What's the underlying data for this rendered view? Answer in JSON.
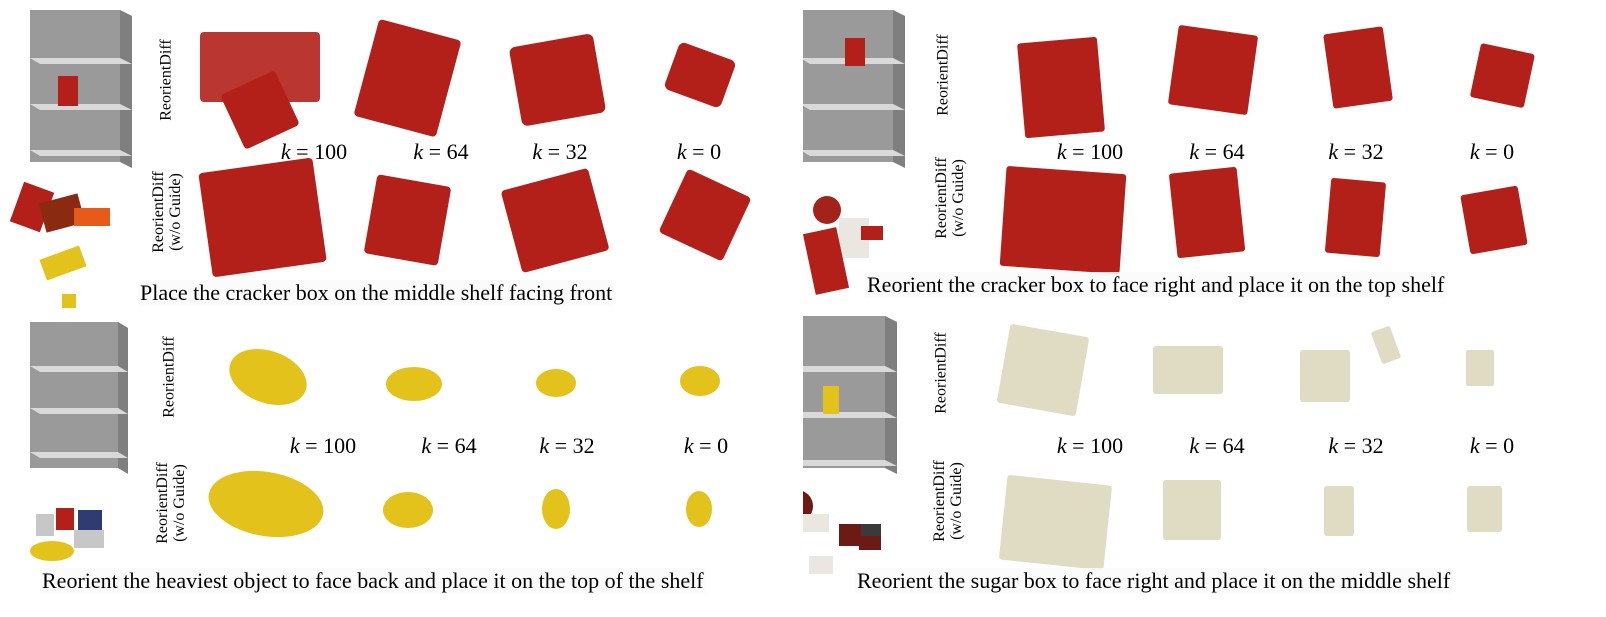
{
  "panels": [
    {
      "row1_label": "ReorientDiff",
      "row2_label_line1": "ReorientDiff",
      "row2_label_line2": "(w/o Guide)",
      "k_labels": [
        {
          "var": "k",
          "eq": " = ",
          "val": "100"
        },
        {
          "var": "k",
          "eq": " = ",
          "val": "64"
        },
        {
          "var": "k",
          "eq": " = ",
          "val": "32"
        },
        {
          "var": "k",
          "eq": " = ",
          "val": "0"
        }
      ],
      "caption": "Place the cracker box on the middle shelf facing front",
      "object_color": "#b3201a"
    },
    {
      "row1_label": "ReorientDiff",
      "row2_label_line1": "ReorientDiff",
      "row2_label_line2": "(w/o Guide)",
      "k_labels": [
        {
          "var": "k",
          "eq": " = ",
          "val": "100"
        },
        {
          "var": "k",
          "eq": " = ",
          "val": "64"
        },
        {
          "var": "k",
          "eq": " = ",
          "val": "32"
        },
        {
          "var": "k",
          "eq": " = ",
          "val": "0"
        }
      ],
      "caption": "Reorient the cracker box to face right and place it on the top shelf",
      "object_color": "#b3201a"
    },
    {
      "row1_label": "ReorientDiff",
      "row2_label_line1": "ReorientDiff",
      "row2_label_line2": "(w/o Guide)",
      "k_labels": [
        {
          "var": "k",
          "eq": " = ",
          "val": "100"
        },
        {
          "var": "k",
          "eq": " = ",
          "val": "64"
        },
        {
          "var": "k",
          "eq": " = ",
          "val": "32"
        },
        {
          "var": "k",
          "eq": " = ",
          "val": "0"
        }
      ],
      "caption": "Reorient the heaviest object to face back and place it on the top of the shelf",
      "object_color": "#e3c21c"
    },
    {
      "row1_label": "ReorientDiff",
      "row2_label_line1": "ReorientDiff",
      "row2_label_line2": "(w/o Guide)",
      "k_labels": [
        {
          "var": "k",
          "eq": " = ",
          "val": "100"
        },
        {
          "var": "k",
          "eq": " = ",
          "val": "64"
        },
        {
          "var": "k",
          "eq": " = ",
          "val": "32"
        },
        {
          "var": "k",
          "eq": " = ",
          "val": "0"
        }
      ],
      "caption": "Reorient the sugar box to face right and place it on the middle shelf",
      "object_color": "#f1ecd8"
    }
  ]
}
